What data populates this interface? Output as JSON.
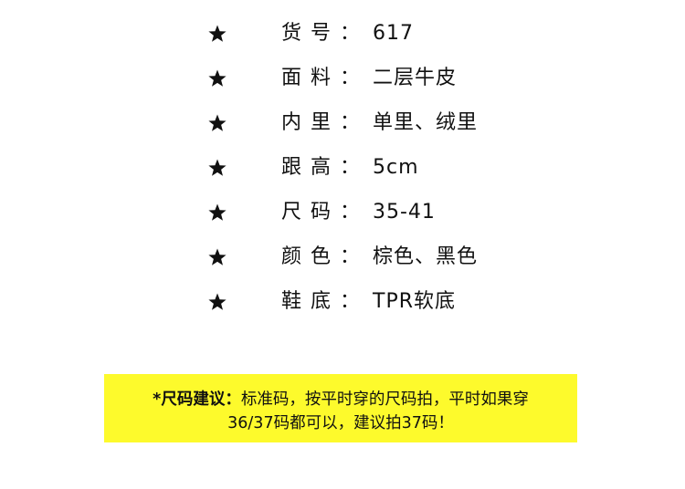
{
  "specs": [
    {
      "label": "货号：",
      "value": "617"
    },
    {
      "label": "面料：",
      "value": "二层牛皮"
    },
    {
      "label": "内里：",
      "value": "单里、绒里"
    },
    {
      "label": "跟高：",
      "value": "5cm"
    },
    {
      "label": "尺码：",
      "value": "35-41"
    },
    {
      "label": "颜色：",
      "value": "棕色、黑色"
    },
    {
      "label": "鞋底：",
      "value": "TPR软底"
    }
  ],
  "note": {
    "title": "*尺码建议：",
    "line1": "标准码，按平时穿的尺码拍，平时如果穿",
    "line2": "36/37码都可以，建议拍37码！"
  },
  "colors": {
    "note_background": "#fdfa2c",
    "text": "#111111"
  },
  "icons": {
    "bullet": "star-icon"
  }
}
